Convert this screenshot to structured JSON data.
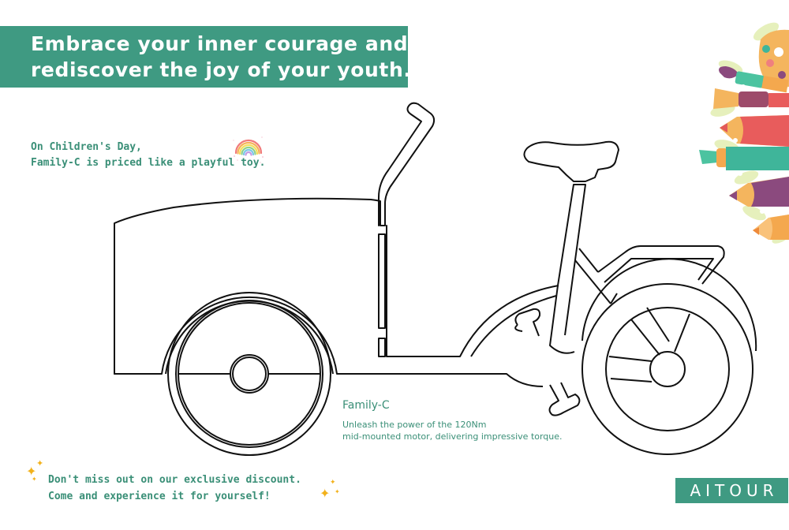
{
  "banner": {
    "line1": "Embrace your inner courage and",
    "line2": "rediscover the joy of your youth."
  },
  "promo": {
    "line1": "On Children's Day,",
    "line2": "Family-C is priced like a playful toy."
  },
  "product": {
    "name": "Family-C",
    "desc_line1": "Unleash the power of the 120Nm",
    "desc_line2": "mid-mounted motor, delivering impressive torque."
  },
  "cta": {
    "line1": "Don't miss out on our exclusive discount.",
    "line2": "Come and experience it for yourself!"
  },
  "logo": {
    "text": "AITOUR"
  },
  "icons": {
    "rainbow": "rainbow-icon",
    "sparkles": "sparkle-icon",
    "art_supplies": "paintbrush-pencil-illustration",
    "bike": "cargo-bike-line-art"
  },
  "colors": {
    "brand_green": "#3f9a82",
    "text_green": "#3a8f77",
    "sparkle_yellow": "#f2b11b",
    "background": "#ffffff",
    "outline": "#111111"
  }
}
